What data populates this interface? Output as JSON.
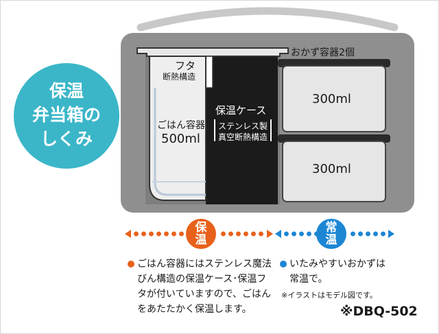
{
  "circle": {
    "line1": "保温",
    "line2": "弁当箱の",
    "line3": "しくみ",
    "color": "#3bb6c8"
  },
  "lid": {
    "line1": "フタ",
    "line2": "断熱構造"
  },
  "rice": {
    "line1": "ごはん容器",
    "line2": "500ml"
  },
  "case": {
    "line1": "保温ケース",
    "line2": "ステンレス製",
    "line3": "真空断熱構造"
  },
  "side": {
    "title": "おかず容器2個",
    "container1": "300ml",
    "container2": "300ml"
  },
  "keep_warm": {
    "badge_top": "保",
    "badge_bottom": "温",
    "color": "#e8611a",
    "text_lines": [
      "ごはん容器にはステンレス魔法",
      "びん構造の保温ケース･保温フ",
      "タが付いていますので、ごはん",
      "をあたたかく保温します。"
    ]
  },
  "room_temp": {
    "badge_top": "常",
    "badge_bottom": "温",
    "color": "#1c86d4",
    "text_lines": [
      "いたみやすいおかずは",
      "常温で。"
    ],
    "footnote": "※イラストはモデル図です。"
  },
  "model": "※DBQ-502"
}
